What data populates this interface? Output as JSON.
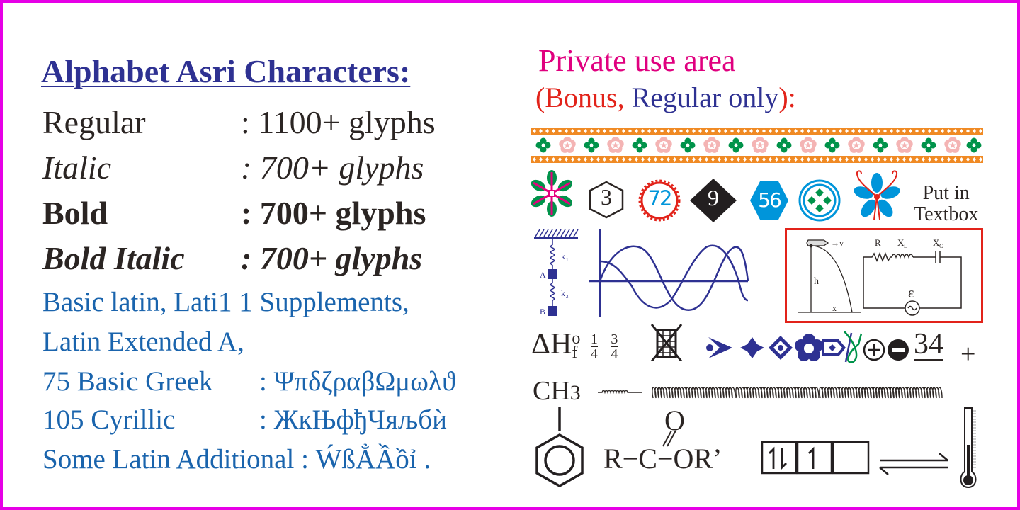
{
  "left": {
    "title": "Alphabet Asri Characters:",
    "styles": [
      {
        "name": "Regular",
        "value": ": 1100+ glyphs"
      },
      {
        "name": "Italic",
        "value": ":  700+ glyphs"
      },
      {
        "name": "Bold",
        "value": ":  700+ glyphs"
      },
      {
        "name": "Bold Italic",
        "value": ":  700+ glyphs"
      }
    ],
    "coverage": {
      "line1": "Basic latin, Lati1 1 Supplements,",
      "line2": "Latin Extended A,",
      "greek_label": "75 Basic Greek",
      "greek_value": ": ΨπδζραβΩμωλϑ",
      "cyrillic_label": "105 Cyrillic",
      "cyrillic_value": ": ЖкЊфђЧяљбѝ",
      "latin_add_label": "Some Latin Additional",
      "latin_add_value": ": ẂßẲẦồỉ ."
    }
  },
  "right": {
    "title": "Private use area",
    "subtitle": {
      "open": "(",
      "bonus": "Bonus,",
      "regular_only": " Regular only",
      "close": "):"
    },
    "badges": {
      "hexagon_number": "3",
      "sun_number": "72",
      "diamond_number": "9",
      "blue_hexagon_number": "56"
    },
    "put_in_textbox": {
      "line1": "Put in",
      "line2": "Textbox"
    },
    "spring_diagram": {
      "k1": "k",
      "k1_sub": "1",
      "k2": "k",
      "k2_sub": "2",
      "mass_a": "A",
      "mass_b": "B"
    },
    "projectile": {
      "h": "h",
      "x": "x",
      "v": "→v"
    },
    "circuit": {
      "r": "R",
      "xl": "X",
      "xl_sub": "L",
      "xc": "X",
      "xc_sub": "C",
      "emf": "ε",
      "source": "~"
    },
    "thermo": {
      "delta_h": "ΔH",
      "sup": "o",
      "sub": "f",
      "frac1_num": "1",
      "frac1_den": "4",
      "frac2_num": "3",
      "frac2_den": "4"
    },
    "underlined_number": "34",
    "plus_sign": "+",
    "ch3": "CH",
    "ch3_sub": "3",
    "ester": {
      "text": "R−C−OR’",
      "oxygen": "O"
    },
    "orbital": {
      "box1": "⥮",
      "box2": "↿",
      "box3": ""
    },
    "colors": {
      "frame": "#e600e6",
      "title_navy": "#2e3192",
      "body_dark": "#2b2523",
      "coverage_blue": "#1a64ad",
      "pua_magenta": "#e0007f",
      "bonus_red": "#e2231a",
      "band_orange": "#f08a24",
      "clover_green": "#00934a",
      "flower_pink": "#f4b4b4",
      "icon_blue": "#0095da"
    }
  }
}
